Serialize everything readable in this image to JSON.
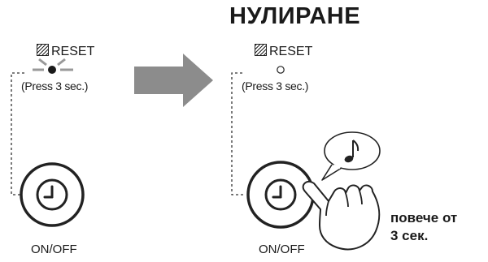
{
  "title": "НУЛИРАНЕ",
  "left_panel": {
    "reset_label": "RESET",
    "press_note": "(Press 3 sec.)",
    "button_label": "ON/OFF"
  },
  "right_panel": {
    "reset_label": "RESET",
    "press_note": "(Press 3 sec.)",
    "button_label": "ON/OFF",
    "hold_note_line1": "повече от",
    "hold_note_line2": "3 сек."
  },
  "icons": {
    "reset_indicator_left": "led-blinking-icon",
    "reset_indicator_right": "led-off-icon",
    "transition": "arrow-right-icon",
    "button": "clock-icon",
    "sound": "music-note-icon",
    "hand": "pressing-finger-icon"
  }
}
